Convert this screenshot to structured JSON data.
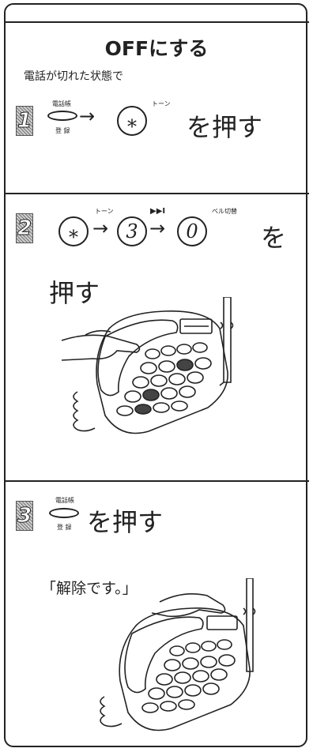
{
  "title": "OFFにする",
  "intro": "電話が切れた状態で",
  "steps": [
    {
      "number": "1",
      "button1_top": "電話帳",
      "button1_bottom": "登 録",
      "arrow": "→",
      "key_star": "⁎",
      "key_star_label": "トーン",
      "action": "を押す"
    },
    {
      "number": "2",
      "key_star": "⁎",
      "label_tone": "トーン",
      "key_3": "3",
      "label_skip": "▶▶I",
      "key_0": "0",
      "label_bell": "ベル切替",
      "arrow": "→",
      "action_a": "を",
      "action_b": "押す"
    },
    {
      "number": "3",
      "button1_top": "電話帳",
      "button1_bottom": "登 録",
      "action": "を押す",
      "quote": "「解除です。」"
    }
  ]
}
